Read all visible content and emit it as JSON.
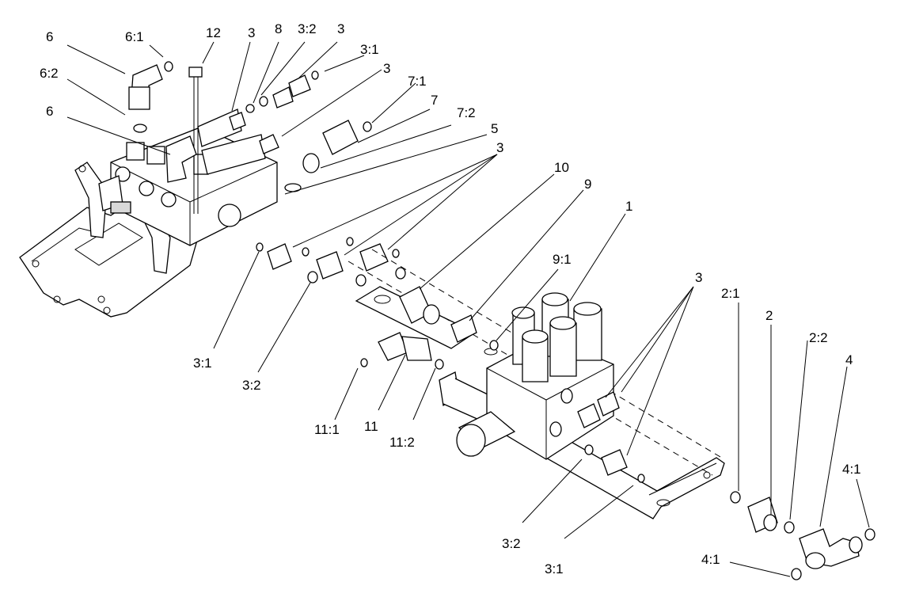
{
  "callouts": {
    "c_6_top": "6",
    "c_6_1": "6:1",
    "c_12": "12",
    "c_3_a": "3",
    "c_8": "8",
    "c_3_2_top": "3:2",
    "c_3_b": "3",
    "c_3_1_top": "3:1",
    "c_6_2": "6:2",
    "c_3_c": "3",
    "c_7_1": "7:1",
    "c_6_mid": "6",
    "c_7": "7",
    "c_7_2": "7:2",
    "c_5": "5",
    "c_3_d": "3",
    "c_10": "10",
    "c_9": "9",
    "c_1": "1",
    "c_9_1": "9:1",
    "c_3_e": "3",
    "c_2_1": "2:1",
    "c_2": "2",
    "c_2_2": "2:2",
    "c_4": "4",
    "c_3_1_left": "3:1",
    "c_3_2_left": "3:2",
    "c_11_1": "11:1",
    "c_11": "11",
    "c_11_2": "11:2",
    "c_4_1_right": "4:1",
    "c_3_2_bottom": "3:2",
    "c_3_1_bottom": "3:1",
    "c_4_1_bottom": "4:1"
  }
}
